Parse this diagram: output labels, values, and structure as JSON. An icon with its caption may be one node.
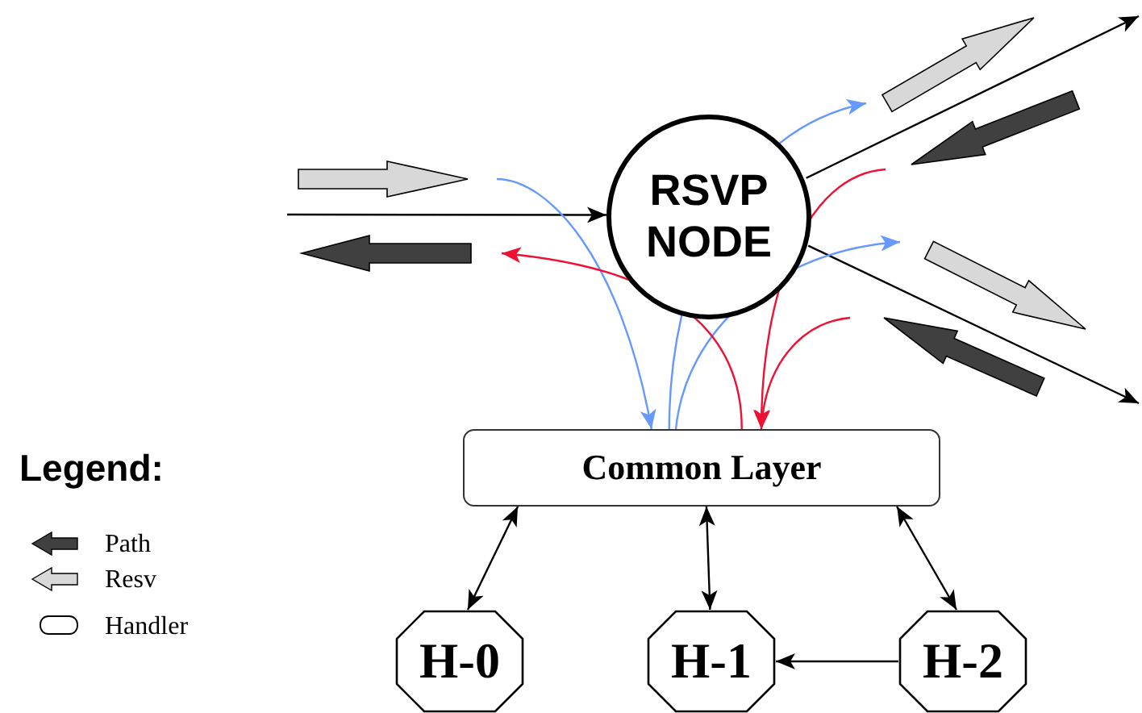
{
  "diagram": {
    "nodes": [
      {
        "text": [
          "RSVP NODE"
        ]
      },
      {
        "text": [
          "Common Layer"
        ]
      },
      {
        "text": [
          "H-0"
        ]
      },
      {
        "text": [
          "H-1"
        ]
      },
      {
        "text": [
          "H-2"
        ]
      }
    ],
    "edges": [
      {
        "from": null,
        "to": 0,
        "arrow": "to"
      },
      {
        "from": 0,
        "to": null,
        "arrow": "to"
      },
      {
        "from": 0,
        "to": null,
        "arrow": "to"
      },
      {
        "from": null,
        "to": 1,
        "arrow": "to",
        "color": "#6699ff"
      },
      {
        "from": 1,
        "to": null,
        "arrow": "to",
        "color": "#6699ff"
      },
      {
        "from": 1,
        "to": null,
        "arrow": "to",
        "color": "#6699ff"
      },
      {
        "from": null,
        "to": 1,
        "arrow": "to",
        "color": "#ee1133"
      },
      {
        "from": null,
        "to": 1,
        "arrow": "to",
        "color": "#ee1133"
      },
      {
        "from": 1,
        "to": null,
        "arrow": "to",
        "color": "#ee1133"
      },
      {
        "from": 1,
        "to": 2,
        "arrow": "both"
      },
      {
        "from": 1,
        "to": 3,
        "arrow": "both"
      },
      {
        "from": 1,
        "to": 4,
        "arrow": "both"
      },
      {
        "from": 4,
        "to": 3,
        "arrow": "to"
      }
    ],
    "labels": [
      "Legend:"
    ],
    "legend": [
      {
        "text": "Path"
      },
      {
        "text": "Resv"
      },
      {
        "text": "Handler"
      }
    ]
  }
}
